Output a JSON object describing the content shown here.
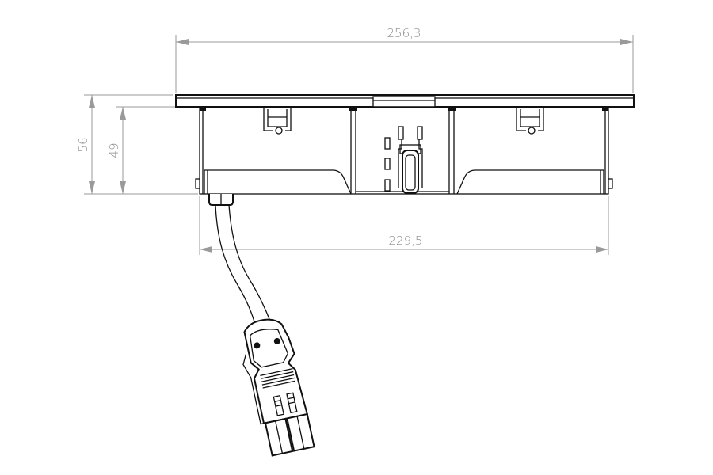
{
  "drawing": {
    "dimensions": {
      "overall_width": "256,3",
      "overall_height": "56",
      "body_height": "49",
      "body_width": "229,5"
    },
    "line_color": "#111111",
    "dimension_color": "#9a9a9a"
  }
}
